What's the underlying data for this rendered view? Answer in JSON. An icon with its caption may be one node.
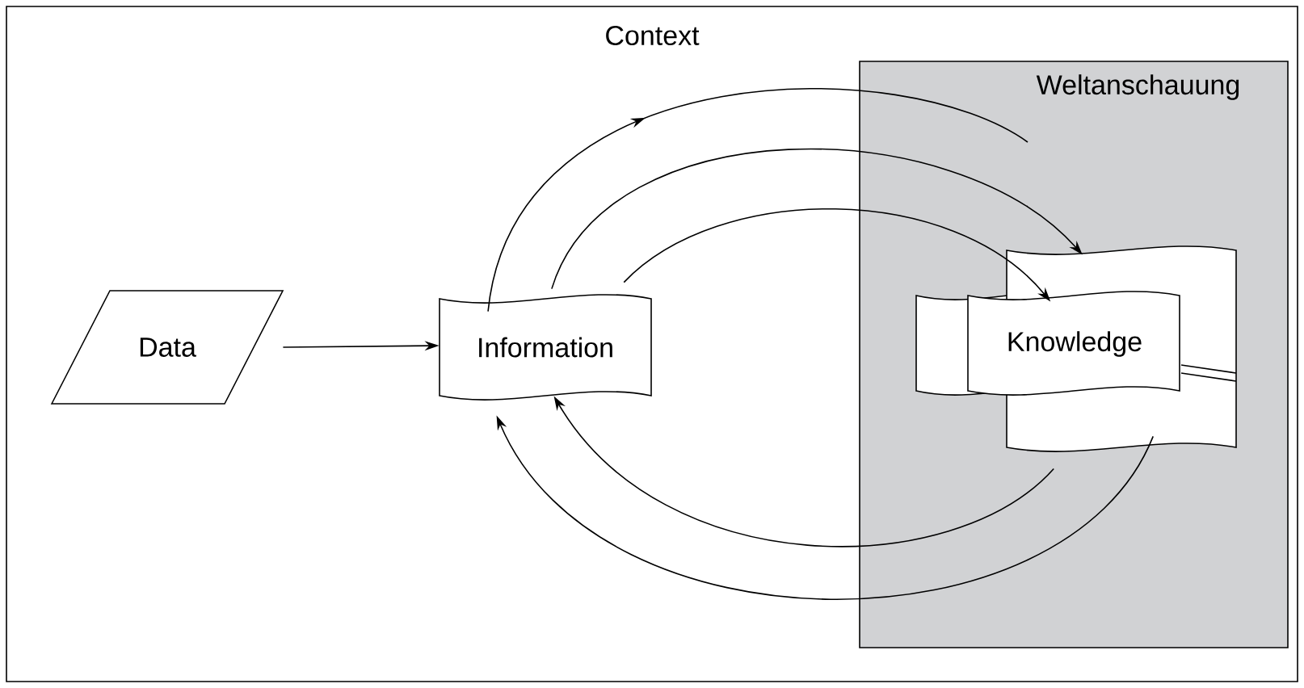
{
  "diagram": {
    "nodes": [
      {
        "text": [
          "Context"
        ]
      },
      {
        "text": [
          "Weltanschauung"
        ],
        "in": 0
      },
      {
        "text": [
          "Data"
        ],
        "in": 0
      },
      {
        "text": [
          "Information"
        ],
        "in": 0
      },
      {
        "text": [
          "Knowledge"
        ],
        "in": 1
      }
    ],
    "edges": [
      {
        "from": 2,
        "to": 3,
        "arrow": "to"
      },
      {
        "from": 3,
        "to": 1,
        "arrow": "to"
      },
      {
        "from": 3,
        "to": 4,
        "arrow": "to"
      },
      {
        "from": 3,
        "to": 4,
        "arrow": "to"
      },
      {
        "from": 4,
        "to": 3,
        "arrow": "to"
      },
      {
        "from": 4,
        "to": 3,
        "arrow": "to"
      }
    ]
  }
}
